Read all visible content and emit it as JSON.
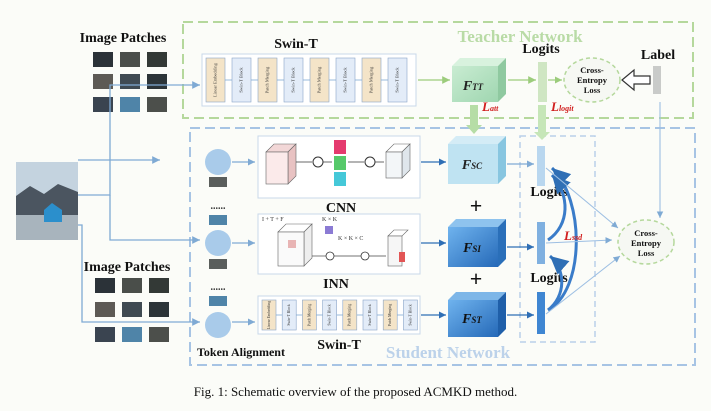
{
  "teacher": {
    "title": "Teacher Network",
    "backbone_label": "Swin-T",
    "blocks": [
      "Linear Embedding",
      "Swin-T Block",
      "Patch Merging",
      "Swin-T Block",
      "Patch Merging",
      "Swin-T Block",
      "Patch Merging",
      "Swin-T Block"
    ],
    "feature": "F",
    "feature_sub": "TT",
    "logits_label": "Logits",
    "loss_label": "Cross-Entropy Loss",
    "label": "Label"
  },
  "student": {
    "title": "Student Network",
    "cnn_label": "CNN",
    "inn_label": "INN",
    "swin_label": "Swin-T",
    "features": [
      {
        "main": "F",
        "sub": "SC"
      },
      {
        "main": "F",
        "sub": "SI"
      },
      {
        "main": "F",
        "sub": "ST"
      }
    ],
    "logits_label": "Logits",
    "loss_label": "Cross-Entropy Loss",
    "token_alignment": "Token Alignment",
    "inn_formula": "I + T + F",
    "inn_kxk": "K × K",
    "inn_kkc": "K × K × C"
  },
  "losses": {
    "att": {
      "main": "L",
      "sub": "att"
    },
    "logit": {
      "main": "L",
      "sub": "logit"
    },
    "ssd": {
      "main": "L",
      "sub": "ssd"
    }
  },
  "image_patches_label": "Image Patches",
  "dots": "......",
  "caption": "Fig. 1: Schematic overview of the proposed ACMKD method.",
  "colors": {
    "teacher_border": "#b5d89c",
    "student_border": "#a7c4e4",
    "feature_cube": "#3a88d6",
    "loss_red": "#d11f1f",
    "logit_bar": "#a8cbe8"
  }
}
